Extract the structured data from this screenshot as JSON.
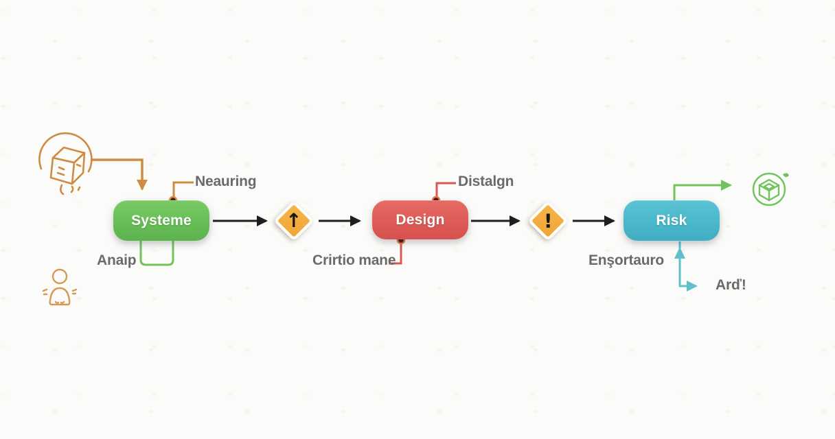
{
  "canvas": {
    "background": "#fbfbf9"
  },
  "flow": {
    "nodes": [
      {
        "id": "systeme",
        "label": "Systeme",
        "color": "#67be56"
      },
      {
        "id": "design",
        "label": "Design",
        "color": "#df5b56"
      },
      {
        "id": "risk",
        "label": "Risk",
        "color": "#4ab7cb"
      }
    ],
    "decisions": [
      {
        "id": "gate-1",
        "symbol": "↑",
        "meaning": "up-arrow",
        "color": "#efa636"
      },
      {
        "id": "gate-2",
        "symbol": "!",
        "meaning": "exclamation",
        "color": "#efa636"
      }
    ],
    "annotations": {
      "neauring": "Neauring",
      "anaip": "Anaip",
      "distalgn": "Distalgn",
      "crirtio_mane": "Crirtio mane",
      "ensortauro": "Enşortauro",
      "ard": "Arď!"
    },
    "icons": {
      "package_sketch": "package-sketch-icon",
      "person": "person-icon",
      "cube_badge": "cube-circle-icon"
    },
    "colors": {
      "arrow_black": "#1e1e1e",
      "accent_orange": "#cf8b42",
      "accent_green": "#72c35f",
      "accent_teal": "#5fc0cc",
      "connector_red": "#d95853",
      "label_gray": "#6a6a6a"
    }
  }
}
